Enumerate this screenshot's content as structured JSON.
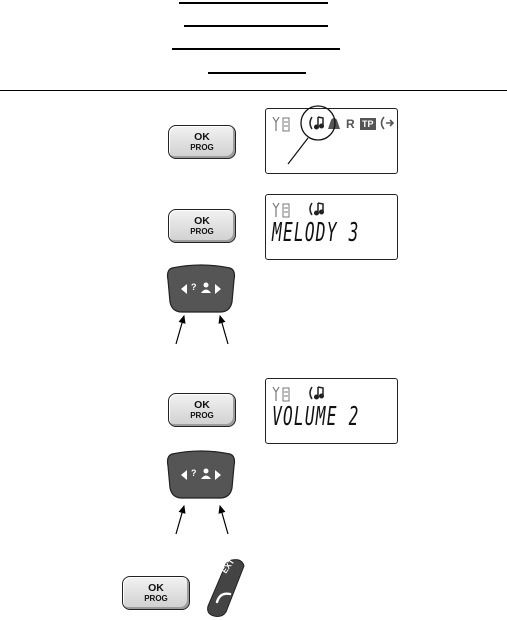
{
  "keys": {
    "ok_label": "OK",
    "prog_label": "PROG",
    "ext_label": "EXT"
  },
  "screens": [
    {
      "indicator_r": "R",
      "indicator_tp": "TP",
      "text": ""
    },
    {
      "text": "MELODY 3"
    },
    {
      "text": "VOLUME 2"
    }
  ],
  "colors": {
    "key_face": "#d6d6d6",
    "nav_key": "#555555",
    "ext_key": "#444444",
    "line": "#000000"
  },
  "icons": [
    "antenna-icon",
    "battery-icon",
    "ringer-melody-icon",
    "bell-icon",
    "call-forward-icon",
    "left-arrow-icon",
    "right-arrow-icon",
    "phonebook-icon",
    "phone-handset-icon"
  ]
}
